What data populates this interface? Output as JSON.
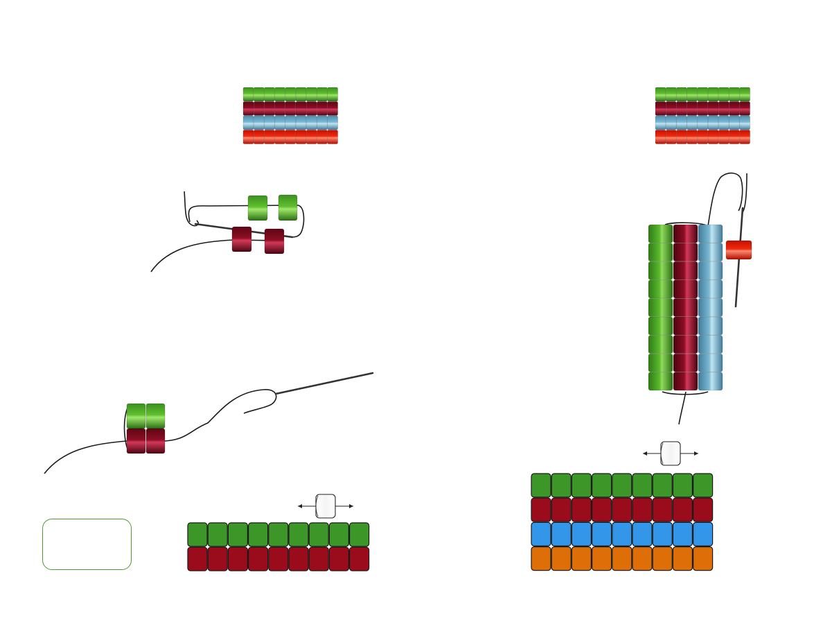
{
  "title": "",
  "colors": {
    "green": "#3a8f22",
    "burgundy": "#7a0a1e",
    "light_blue": "#6aaac8",
    "red": "#e01e0e",
    "chart_green": "#3d9628",
    "chart_burgundy": "#9a0c1c",
    "chart_blue": "#3496e8",
    "chart_orange": "#dd6e08",
    "thread": "#1a1a1a",
    "needle": "#333333",
    "note_border": "#4d9a32"
  },
  "icons": [
    "bead-icon",
    "needle-icon",
    "thread-icon",
    "double-arrow-icon"
  ],
  "legend_rows": [
    "green",
    "burgundy",
    "light_blue",
    "red"
  ],
  "pattern_left": {
    "columns": 9,
    "rows": [
      "chart_green",
      "chart_burgundy"
    ]
  },
  "pattern_right": {
    "columns": 9,
    "rows": [
      "chart_green",
      "chart_burgundy",
      "chart_blue",
      "chart_orange"
    ]
  },
  "note_box": {
    "text": ""
  }
}
